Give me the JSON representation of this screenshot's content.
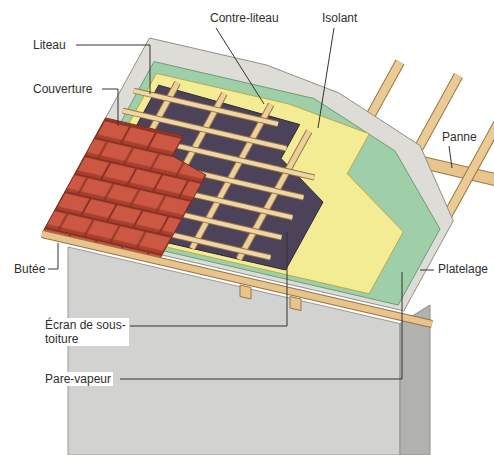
{
  "diagram": {
    "labels": [
      "Contre-liteau",
      "Isolant",
      "Liteau",
      "Couverture",
      "Panne",
      "Platelage",
      "Butée",
      "Écran de sous-toiture",
      "Pare-vapeur"
    ]
  }
}
